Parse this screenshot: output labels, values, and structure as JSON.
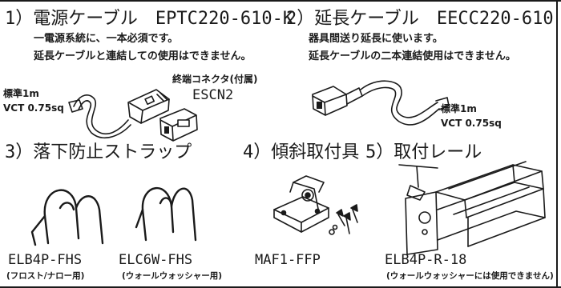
{
  "section1": {
    "heading": "1）電源ケーブル　EPTC220-610-K",
    "desc_line1": "一電源系統に、一本必須です。",
    "desc_line2": "延長ケーブルと連結しての使用はできません。",
    "spec_line1": "標準1m",
    "spec_line2": "VCT 0.75sq",
    "terminator_label": "終端コネクタ(付属)",
    "terminator_part": "ESCN2"
  },
  "section2": {
    "heading": "2）延長ケーブル　EECC220-610",
    "desc_line1": "器具間送り延長に使います。",
    "desc_line2": "延長ケーブルの二本連結使用はできません。",
    "spec_line1": "標準1m",
    "spec_line2": "VCT 0.75sq"
  },
  "section3": {
    "heading": "3）落下防止ストラップ",
    "item1_part": "ELB4P-FHS",
    "item1_note": "(フロスト/ナロー用)",
    "item2_part": "ELC6W-FHS",
    "item2_note": "(ウォールウォッシャー用)"
  },
  "section4": {
    "heading": "4）傾斜取付具",
    "part": "MAF1-FFP"
  },
  "section5": {
    "heading": "5）取付レール",
    "part": "ELB4P-R-18",
    "note": "(ウォールウォッシャーには使用できません)"
  }
}
